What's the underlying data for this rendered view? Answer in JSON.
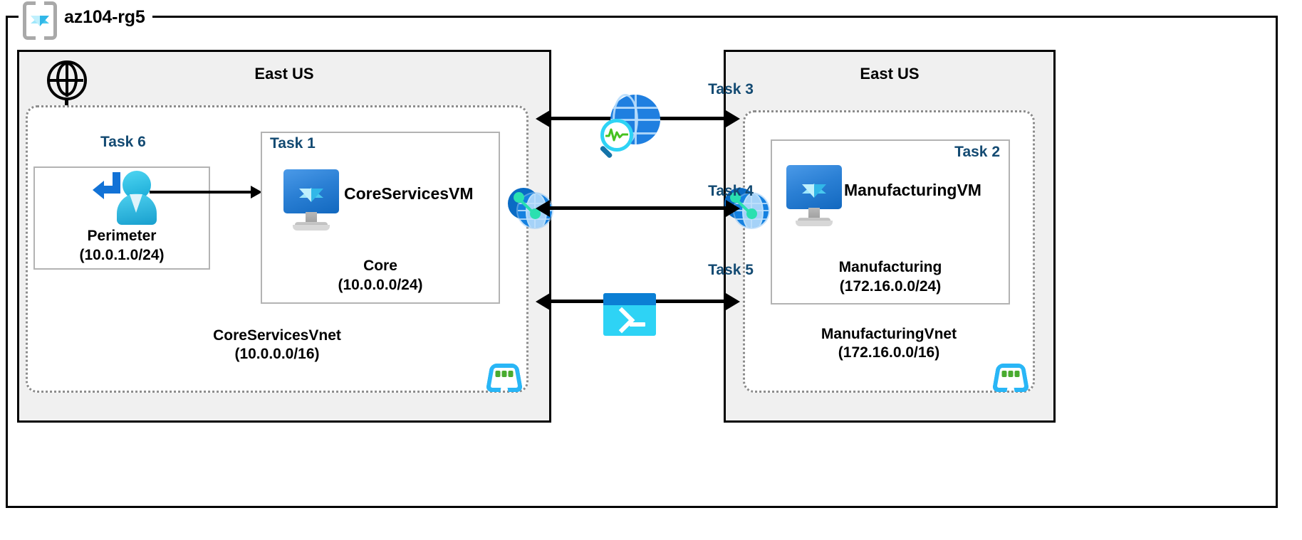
{
  "resource_group": {
    "name": "az104-rg5",
    "icon": "azure-resource-group-cube-icon"
  },
  "regions": [
    {
      "id": "left",
      "title": "East US",
      "vnet": {
        "name": "CoreServicesVnet",
        "cidr": "(10.0.0.0/16)",
        "corner_icon": "vnet-subnet-code-icon"
      },
      "subnets": [
        {
          "id": "perimeter",
          "task": "Task 6",
          "name": "Perimeter",
          "cidr": "(10.0.1.0/24)",
          "icon": "user-route-redirect-icon"
        },
        {
          "id": "core",
          "task": "Task 1",
          "name": "Core",
          "cidr": "(10.0.0.0/24)",
          "vm": "CoreServicesVM",
          "icon": "virtual-machine-icon"
        }
      ]
    },
    {
      "id": "right",
      "title": "East US",
      "vnet": {
        "name": "ManufacturingVnet",
        "cidr": "(172.16.0.0/16)",
        "corner_icon": "vnet-subnet-code-icon"
      },
      "subnets": [
        {
          "id": "manufacturing",
          "task": "Task 2",
          "name": "Manufacturing",
          "cidr": "(172.16.0.0/24)",
          "vm": "ManufacturingVM",
          "icon": "virtual-machine-icon"
        }
      ]
    }
  ],
  "internet": {
    "icon": "internet-globe-icon"
  },
  "connections": [
    {
      "id": "task3",
      "label": "Task 3",
      "icon": "network-watcher-icon"
    },
    {
      "id": "task4",
      "label": "Task 4",
      "icon": "vnet-peering-icon"
    },
    {
      "id": "task5",
      "label": "Task 5",
      "icon": "cloud-shell-terminal-icon"
    }
  ],
  "peering_icons": [
    {
      "id": "left-peering",
      "icon": "vnet-peering-icon"
    },
    {
      "id": "right-peering",
      "icon": "vnet-peering-icon"
    }
  ],
  "colors": {
    "task_label": "#134a72",
    "region_fill": "#f0f0f0",
    "azure_blue": "#1581e0",
    "cyan": "#2ed3f5",
    "green": "#2ae0b0"
  }
}
